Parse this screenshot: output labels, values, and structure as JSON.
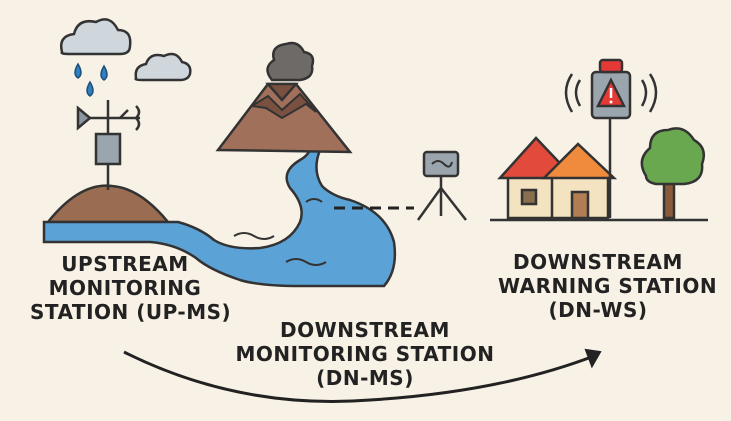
{
  "stations": {
    "upstream": {
      "line1": "UPSTREAM",
      "line2": "MONITORING",
      "line3": "STATION (UP-MS)"
    },
    "downstream_monitoring": {
      "line1": "DOWNSTREAM",
      "line2": "MONITORING STATION",
      "line3": "(DN-MS)"
    },
    "downstream_warning": {
      "line1": "DOWNSTREAM",
      "line2": "WARNING STATION",
      "line3": "(DN-WS)"
    }
  },
  "colors": {
    "background": "#f8f1e6",
    "water": "#5ba3d6",
    "mountain": "#a0705a",
    "roof_red": "#e24a3b",
    "roof_orange": "#f08a3c",
    "alert": "#e53935",
    "tree": "#6aa84f"
  },
  "icons": [
    "cloud-icon",
    "raindrop-icon",
    "weather-station-icon",
    "volcano-icon",
    "sensor-tripod-icon",
    "house-icon",
    "warning-siren-icon",
    "tree-icon",
    "arrow-icon"
  ]
}
